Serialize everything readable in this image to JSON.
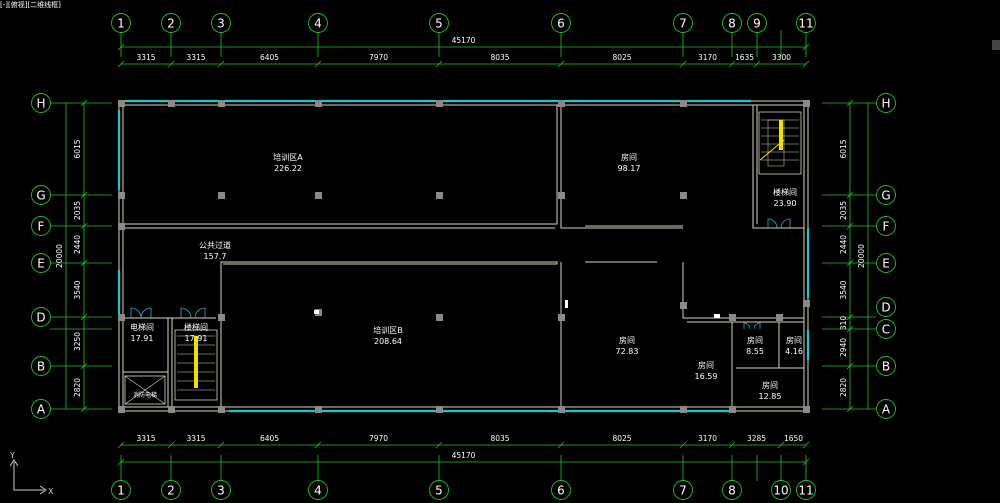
{
  "viewport_tab": "[-][俯视][二维线框]",
  "colors": {
    "background": "#000000",
    "axis_green": "#21c32a",
    "dimension_green": "#21c32a",
    "wall": "#d8d4c0",
    "window_cyan": "#18c7cf",
    "door": "#21b9d8",
    "column": "#8a8a8a",
    "stair_yellow": "#f0e000",
    "text": "#ffffff"
  },
  "axes": {
    "top_columns": [
      "1",
      "2",
      "3",
      "4",
      "5",
      "6",
      "7",
      "8",
      "9",
      "11"
    ],
    "bottom_columns": [
      "1",
      "2",
      "3",
      "4",
      "5",
      "6",
      "7",
      "8",
      "10",
      "11"
    ],
    "left_rows": [
      "H",
      "G",
      "F",
      "E",
      "D",
      "B",
      "A"
    ],
    "right_rows": [
      "H",
      "G",
      "F",
      "E",
      "D",
      "C",
      "B",
      "A"
    ]
  },
  "dimensions": {
    "top_total": "45170",
    "top_segments": [
      "3315",
      "3315",
      "6405",
      "7970",
      "8035",
      "8025",
      "3170",
      "1635",
      "3300"
    ],
    "bottom_total": "45170",
    "bottom_segments": [
      "3315",
      "3315",
      "6405",
      "7970",
      "8035",
      "8025",
      "3170",
      "3285",
      "1650"
    ],
    "left_total": "20000",
    "left_segments": [
      "6015",
      "2035",
      "2440",
      "3540",
      "3250",
      "2820"
    ],
    "right_total": "20000",
    "right_segments": [
      "6015",
      "2035",
      "2440",
      "3540",
      "310",
      "2940",
      "2820"
    ]
  },
  "rooms": [
    {
      "name": "培训区A",
      "area": "226.22"
    },
    {
      "name": "房间",
      "area": "98.17"
    },
    {
      "name": "楼梯间",
      "area": "23.90"
    },
    {
      "name": "公共过道",
      "area": "157.7"
    },
    {
      "name": "电梯间",
      "area": "17.91"
    },
    {
      "name": "楼梯间",
      "area": "17.91"
    },
    {
      "name": "培训区B",
      "area": "208.64"
    },
    {
      "name": "房间",
      "area": "72.83"
    },
    {
      "name": "房间",
      "area": "16.59"
    },
    {
      "name": "房间",
      "area": "8.55"
    },
    {
      "name": "房间",
      "area": "4.16"
    },
    {
      "name": "房间",
      "area": "12.85"
    }
  ],
  "elevator_label": "消防电梯",
  "ucs": {
    "x": "X",
    "y": "Y"
  }
}
